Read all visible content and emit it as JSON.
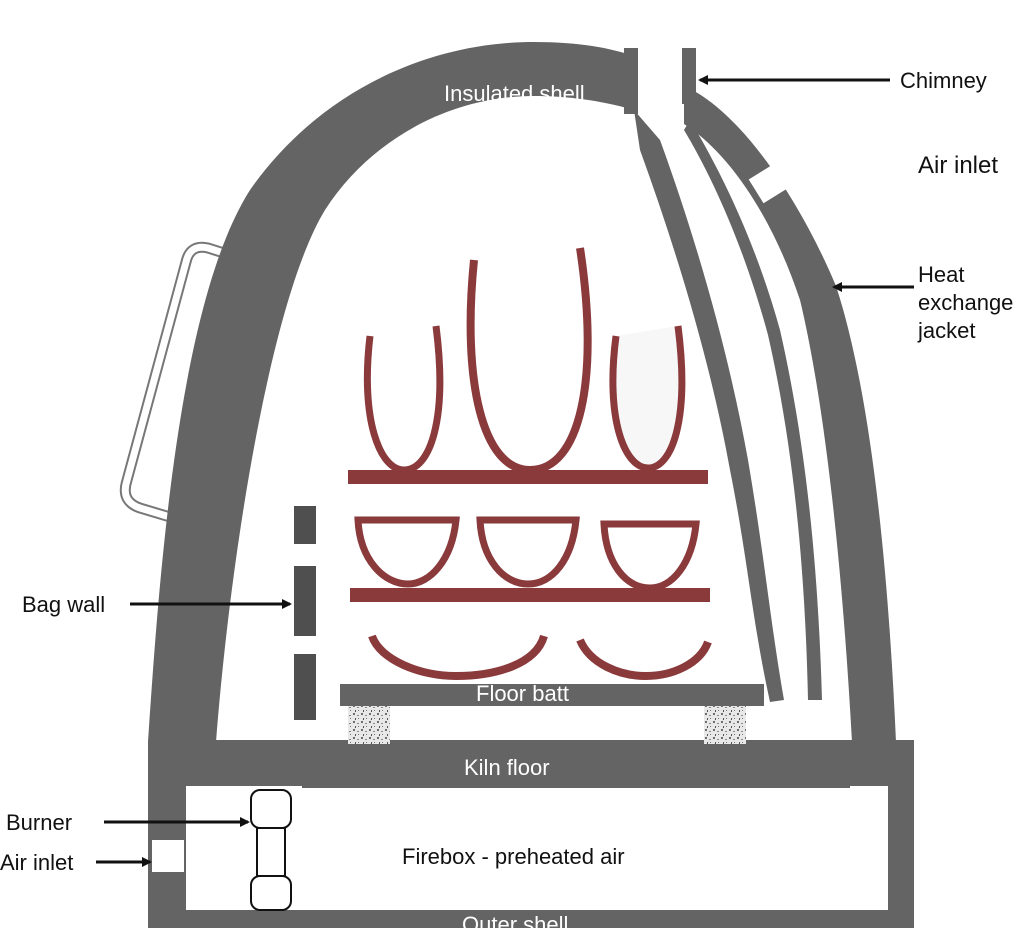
{
  "colors": {
    "shell": "#646464",
    "bag_wall": "#4f4f4f",
    "ware": "#8b3a3c",
    "outline": "#111111",
    "background": "#ffffff"
  },
  "labels": {
    "insulated_shell": "Insulated shell",
    "chimney": "Chimney",
    "air_inlet_top": "Air inlet",
    "heat_exchange_1": "Heat",
    "heat_exchange_2": "exchange",
    "heat_exchange_3": "jacket",
    "bag_wall": "Bag wall",
    "floor_batt": "Floor batt",
    "kiln_floor": "Kiln floor",
    "burner": "Burner",
    "air_inlet_bottom": "Air inlet",
    "firebox": "Firebox - preheated air",
    "outer_shell": "Outer shell"
  },
  "icons": {
    "arrow": "arrow-right-icon",
    "handle": "handle-icon",
    "burner": "burner-icon"
  }
}
